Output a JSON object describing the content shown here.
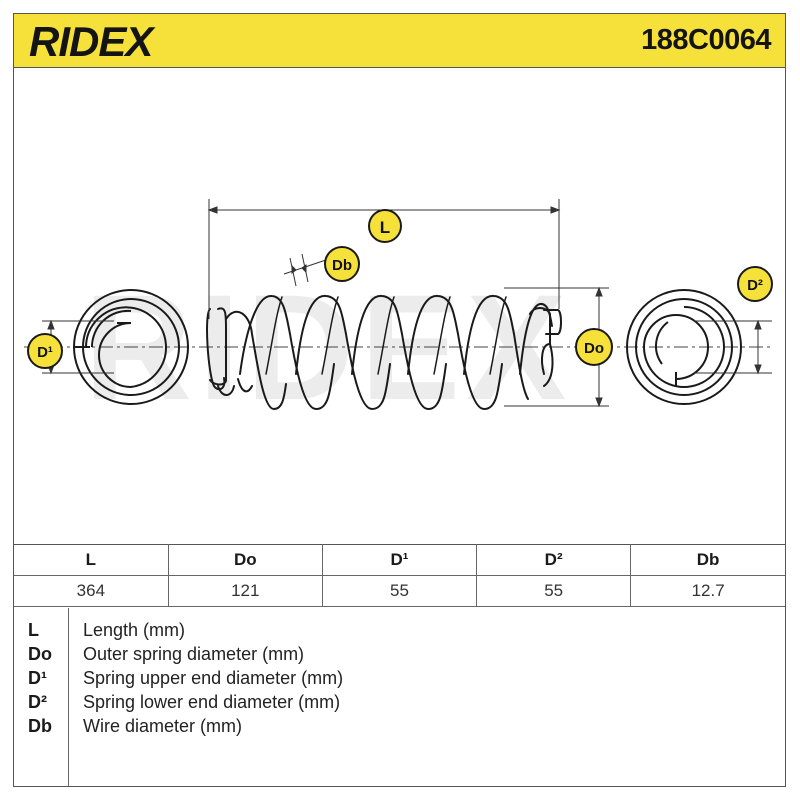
{
  "header": {
    "brand": "RIDEX",
    "part_number": "188C0064"
  },
  "drawing": {
    "watermark": "RIDEX",
    "labels": {
      "length": "L",
      "wire": "Db",
      "outer": "Do",
      "upper": "D¹",
      "lower": "D²"
    }
  },
  "table": {
    "headers": [
      "L",
      "Do",
      "D¹",
      "D²",
      "Db"
    ],
    "values": [
      "364",
      "121",
      "55",
      "55",
      "12.7"
    ]
  },
  "legend": [
    {
      "symbol": "L",
      "text": "Length (mm)"
    },
    {
      "symbol": "Do",
      "text": "Outer spring diameter (mm)"
    },
    {
      "symbol": "D¹",
      "text": "Spring upper end diameter (mm)"
    },
    {
      "symbol": "D²",
      "text": "Spring lower end diameter (mm)"
    },
    {
      "symbol": "Db",
      "text": "Wire diameter (mm)"
    }
  ],
  "colors": {
    "header_bg": "#f6e03a",
    "badge_bg": "#f6e03a",
    "line": "#1a1a1a"
  }
}
